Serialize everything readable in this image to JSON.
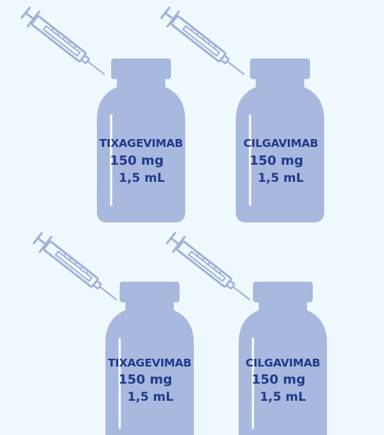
{
  "colors": {
    "background": "#eef8fd",
    "vial": "#a7b9de",
    "vial_highlight": "#ffffff",
    "syringe_stroke": "#9fb1da",
    "label_text": "#233a8a"
  },
  "icons": [
    "syringe-icon",
    "vial-icon"
  ],
  "vials": [
    {
      "drug": "TIXAGEVIMAB",
      "dose": "150 mg",
      "volume": "1,5 mL"
    },
    {
      "drug": "CILGAVIMAB",
      "dose": "150 mg",
      "volume": "1,5 mL"
    },
    {
      "drug": "TIXAGEVIMAB",
      "dose": "150 mg",
      "volume": "1,5 mL"
    },
    {
      "drug": "CILGAVIMAB",
      "dose": "150 mg",
      "volume": "1,5 mL"
    }
  ]
}
